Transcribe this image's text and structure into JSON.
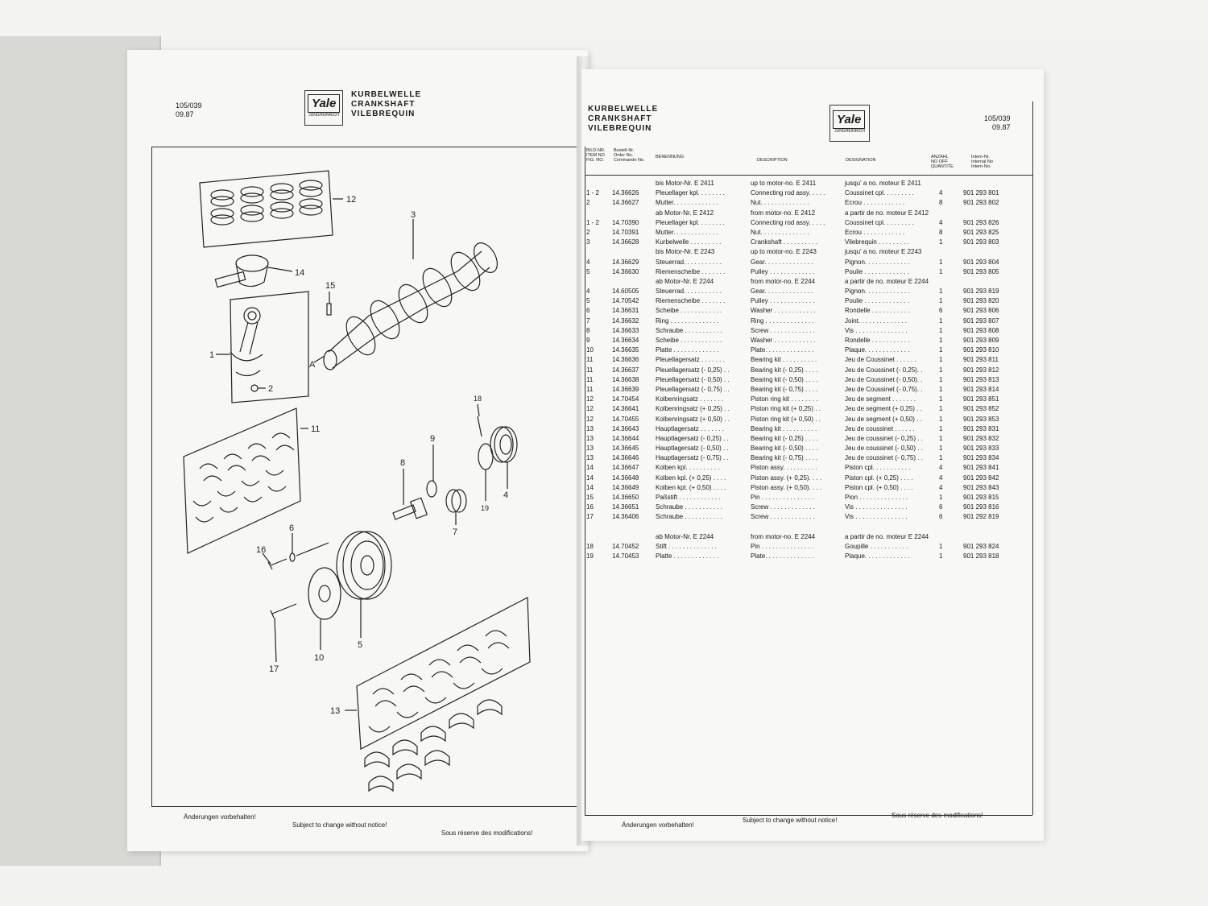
{
  "left_page": {
    "page_ref": "105/039",
    "date": "09.87",
    "logo": "Yale",
    "logo_sub": "JUNGHEINRICH",
    "title": [
      "KURBELWELLE",
      "CRANKSHAFT",
      "VILEBREQUIN"
    ],
    "callouts": [
      "12",
      "3",
      "14",
      "15",
      "1",
      "2",
      "A",
      "11",
      "18",
      "9",
      "8",
      "4",
      "19",
      "7",
      "6",
      "16",
      "5",
      "10",
      "17",
      "13"
    ],
    "footer": [
      "Änderungen vorbehalten!",
      "Subject to change without notice!",
      "Sous réserve des modifications!"
    ]
  },
  "right_page": {
    "title": [
      "KURBELWELLE",
      "CRANKSHAFT",
      "VILEBREQUIN"
    ],
    "logo": "Yale",
    "logo_sub": "JUNGHEINRICH",
    "page_ref": "105/039",
    "date": "09.87",
    "columns": {
      "item": [
        "BILD-NR.",
        "ITEM NO",
        "FIG. NO."
      ],
      "order": [
        "Bestell-Nr.",
        "Order No.",
        "Commande No."
      ],
      "benennung": "BENENNUNG",
      "description": "DESCRIPTION",
      "designation": "DESIGNATION",
      "qty": [
        "ANZAHL",
        "NO OFF",
        "QUANTITE"
      ],
      "intern": [
        "Intern-Nr.",
        "Internal No",
        "Intern-No."
      ]
    },
    "rows": [
      {
        "item": "",
        "order": "",
        "de": "bis Motor-Nr. E 2411",
        "en": "up to motor-no. E 2411",
        "fr": "jusqu' a no. moteur E 2411",
        "qty": "",
        "intern": ""
      },
      {
        "item": "1 - 2",
        "order": "14.36626",
        "de": "Pleuellager kpl. . . . . . . .",
        "en": "Connecting rod assy. . . . .",
        "fr": "Coussinet cpl. . . . . . . . .",
        "qty": "4",
        "intern": "901 293 801"
      },
      {
        "item": "2",
        "order": "14.36627",
        "de": "Mutter. . . . . . . . . . . . .",
        "en": "Nut. . . . . . . . . . . . . .",
        "fr": "Ecrou . . . . . . . . . . . .",
        "qty": "8",
        "intern": "901 293 802"
      },
      {
        "item": "",
        "order": "",
        "de": "ab Motor-Nr. E 2412",
        "en": "from motor-no. E 2412",
        "fr": "a partir de no. moteur E 2412",
        "qty": "",
        "intern": ""
      },
      {
        "item": "1 - 2",
        "order": "14.70390",
        "de": "Pleuellager kpl. . . . . . . .",
        "en": "Connecting rod assy. . . . .",
        "fr": "Coussinet cpl. . . . . . . . .",
        "qty": "4",
        "intern": "901 293 826"
      },
      {
        "item": "2",
        "order": "14.70391",
        "de": "Mutter. . . . . . . . . . . . .",
        "en": "Nut. . . . . . . . . . . . . .",
        "fr": "Ecrou . . . . . . . . . . . .",
        "qty": "8",
        "intern": "901 293 825"
      },
      {
        "item": "3",
        "order": "14.36628",
        "de": "Kurbelwelle . . . . . . . . .",
        "en": "Crankshaft . . . . . . . . . .",
        "fr": "Vilebrequin . . . . . . . . .",
        "qty": "1",
        "intern": "901 293 803"
      },
      {
        "item": "",
        "order": "",
        "de": "bis Motor-Nr. E 2243",
        "en": "up to motor-no. E 2243",
        "fr": "jusqu' a no. moteur E 2243",
        "qty": "",
        "intern": ""
      },
      {
        "item": "4",
        "order": "14.36629",
        "de": "Steuerrad. . . . . . . . . . .",
        "en": "Gear. . . . . . . . . . . . . .",
        "fr": "Pignon. . . . . . . . . . . . .",
        "qty": "1",
        "intern": "901 293 804"
      },
      {
        "item": "5",
        "order": "14.36630",
        "de": "Riemenscheibe . . . . . . .",
        "en": "Pulley . . . . . . . . . . . . .",
        "fr": "Poulie . . . . . . . . . . . . .",
        "qty": "1",
        "intern": "901 293 805"
      },
      {
        "item": "",
        "order": "",
        "de": "ab Motor-Nr. E 2244",
        "en": "from motor-no. E 2244",
        "fr": "a partir de no. moteur E 2244",
        "qty": "",
        "intern": ""
      },
      {
        "item": "4",
        "order": "14.60505",
        "de": "Steuerrad. . . . . . . . . . .",
        "en": "Gear. . . . . . . . . . . . . .",
        "fr": "Pignon. . . . . . . . . . . . .",
        "qty": "1",
        "intern": "901 293 819"
      },
      {
        "item": "5",
        "order": "14.70542",
        "de": "Riemenscheibe . . . . . . .",
        "en": "Pulley . . . . . . . . . . . . .",
        "fr": "Poulie . . . . . . . . . . . . .",
        "qty": "1",
        "intern": "901 293 820"
      },
      {
        "item": "6",
        "order": "14.36631",
        "de": "Scheibe . . . . . . . . . . . .",
        "en": "Washer . . . . . . . . . . . .",
        "fr": "Rondelle . . . . . . . . . . .",
        "qty": "6",
        "intern": "901 293 806"
      },
      {
        "item": "7",
        "order": "14.36632",
        "de": "Ring . . . . . . . . . . . . . .",
        "en": "Ring . . . . . . . . . . . . . .",
        "fr": "Joint. . . . . . . . . . . . . .",
        "qty": "1",
        "intern": "901 293 807"
      },
      {
        "item": "8",
        "order": "14.36633",
        "de": "Schraube . . . . . . . . . . .",
        "en": "Screw . . . . . . . . . . . . .",
        "fr": "Vis . . . . . . . . . . . . . . .",
        "qty": "1",
        "intern": "901 293 808"
      },
      {
        "item": "9",
        "order": "14.36634",
        "de": "Scheibe . . . . . . . . . . . .",
        "en": "Washer . . . . . . . . . . . .",
        "fr": "Rondelle . . . . . . . . . . .",
        "qty": "1",
        "intern": "901 293 809"
      },
      {
        "item": "10",
        "order": "14.36635",
        "de": "Platte . . . . . . . . . . . . .",
        "en": "Plate. . . . . . . . . . . . . .",
        "fr": "Plaque. . . . . . . . . . . . .",
        "qty": "1",
        "intern": "901 293 810"
      },
      {
        "item": "11",
        "order": "14.36636",
        "de": "Pleuellagersatz . . . . . . .",
        "en": "Bearing kit . . . . . . . . . .",
        "fr": "Jeu de Coussinet . . . . . .",
        "qty": "1",
        "intern": "901 293 811"
      },
      {
        "item": "11",
        "order": "14.36637",
        "de": "Pleuellagersatz (- 0,25) . .",
        "en": "Bearing kit (- 0,25) . . . .",
        "fr": "Jeu de Coussinet (- 0,25). .",
        "qty": "1",
        "intern": "901 293 812"
      },
      {
        "item": "11",
        "order": "14.36638",
        "de": "Pleuellagersatz (- 0,50) . .",
        "en": "Bearing kit (- 0,50) . . . .",
        "fr": "Jeu de Coussinet (- 0,50). .",
        "qty": "1",
        "intern": "901 293 813"
      },
      {
        "item": "11",
        "order": "14.36639",
        "de": "Pleuellagersatz (- 0,75) . .",
        "en": "Bearing kit (- 0,75) . . . .",
        "fr": "Jeu de Coussinet (- 0,75). .",
        "qty": "1",
        "intern": "901 293 814"
      },
      {
        "item": "12",
        "order": "14.70454",
        "de": "Kolbenringsatz . . . . . . .",
        "en": "Piston ring kit . . . . . . . .",
        "fr": "Jeu de segment . . . . . . .",
        "qty": "1",
        "intern": "901 293 851"
      },
      {
        "item": "12",
        "order": "14.36641",
        "de": "Kolbenringsatz (+ 0,25) . .",
        "en": "Piston ring kit (+ 0,25) . .",
        "fr": "Jeu de segment (+ 0,25) . .",
        "qty": "1",
        "intern": "901 293 852"
      },
      {
        "item": "12",
        "order": "14.70455",
        "de": "Kolbenringsatz (+ 0,50) . .",
        "en": "Piston ring kit (+ 0,50) . .",
        "fr": "Jeu de segment (+ 0,50) . .",
        "qty": "1",
        "intern": "901 293 853"
      },
      {
        "item": "13",
        "order": "14.36643",
        "de": "Hauptlagersatz . . . . . . .",
        "en": "Bearing kit . . . . . . . . . .",
        "fr": "Jeu de coussinet . . . . . .",
        "qty": "1",
        "intern": "901 293 831"
      },
      {
        "item": "13",
        "order": "14.36644",
        "de": "Hauptlagersatz (- 0,25) . .",
        "en": "Bearing kit (- 0,25) . . . .",
        "fr": "Jeu de coussinet (- 0,25) . .",
        "qty": "1",
        "intern": "901 293 832"
      },
      {
        "item": "13",
        "order": "14.36645",
        "de": "Hauptlagersatz (- 0,50) . .",
        "en": "Bearing kit (- 0,50) . . . .",
        "fr": "Jeu de coussinet (- 0,50) . .",
        "qty": "1",
        "intern": "901 293 833"
      },
      {
        "item": "13",
        "order": "14.36646",
        "de": "Hauptlagersatz (- 0,75) . .",
        "en": "Bearing kit (- 0,75) . . . .",
        "fr": "Jeu de coussinet (- 0,75) . .",
        "qty": "1",
        "intern": "901 293 834"
      },
      {
        "item": "14",
        "order": "14.36647",
        "de": "Kolben kpl. . . . . . . . . .",
        "en": "Piston assy. . . . . . . . . .",
        "fr": "Piston cpl. . . . . . . . . . .",
        "qty": "4",
        "intern": "901 293 841"
      },
      {
        "item": "14",
        "order": "14.36648",
        "de": "Kolben kpl. (+ 0,25) . . . .",
        "en": "Piston assy. (+ 0,25). . . .",
        "fr": "Piston cpl. (+ 0,25) . . . .",
        "qty": "4",
        "intern": "901 293 842"
      },
      {
        "item": "14",
        "order": "14.36649",
        "de": "Kolben kpl. (+ 0,50) . . . .",
        "en": "Piston assy. (+ 0,50). . . .",
        "fr": "Piston cpl. (+ 0,50) . . . .",
        "qty": "4",
        "intern": "901 293 843"
      },
      {
        "item": "15",
        "order": "14.36650",
        "de": "Paßstift . . . . . . . . . . . .",
        "en": "Pin . . . . . . . . . . . . . . .",
        "fr": "Pion . . . . . . . . . . . . . .",
        "qty": "1",
        "intern": "901 293 815"
      },
      {
        "item": "16",
        "order": "14.36651",
        "de": "Schraube . . . . . . . . . . .",
        "en": "Screw . . . . . . . . . . . . .",
        "fr": "Vis . . . . . . . . . . . . . . .",
        "qty": "6",
        "intern": "901 293 816"
      },
      {
        "item": "17",
        "order": "14.36406",
        "de": "Schraube . . . . . . . . . . .",
        "en": "Screw . . . . . . . . . . . . .",
        "fr": "Vis . . . . . . . . . . . . . . .",
        "qty": "6",
        "intern": "901 292 819"
      },
      {
        "item": "",
        "order": "",
        "de": "",
        "en": "",
        "fr": "",
        "qty": "",
        "intern": ""
      },
      {
        "item": "",
        "order": "",
        "de": "ab Motor-Nr. E 2244",
        "en": "from motor-no. E 2244",
        "fr": "a partir de no. moteur E 2244",
        "qty": "",
        "intern": ""
      },
      {
        "item": "18",
        "order": "14.70452",
        "de": "Stift . . . . . . . . . . . . . .",
        "en": "Pin . . . . . . . . . . . . . . .",
        "fr": "Goupille . . . . . . . . . . .",
        "qty": "1",
        "intern": "901 293 824"
      },
      {
        "item": "19",
        "order": "14.70453",
        "de": "Platte . . . . . . . . . . . . .",
        "en": "Plate. . . . . . . . . . . . . .",
        "fr": "Plaque. . . . . . . . . . . . .",
        "qty": "1",
        "intern": "901 293 818"
      }
    ],
    "footer": [
      "Änderungen vorbehalten!",
      "Subject to change without notice!",
      "Sous réserve des modifications!"
    ]
  }
}
